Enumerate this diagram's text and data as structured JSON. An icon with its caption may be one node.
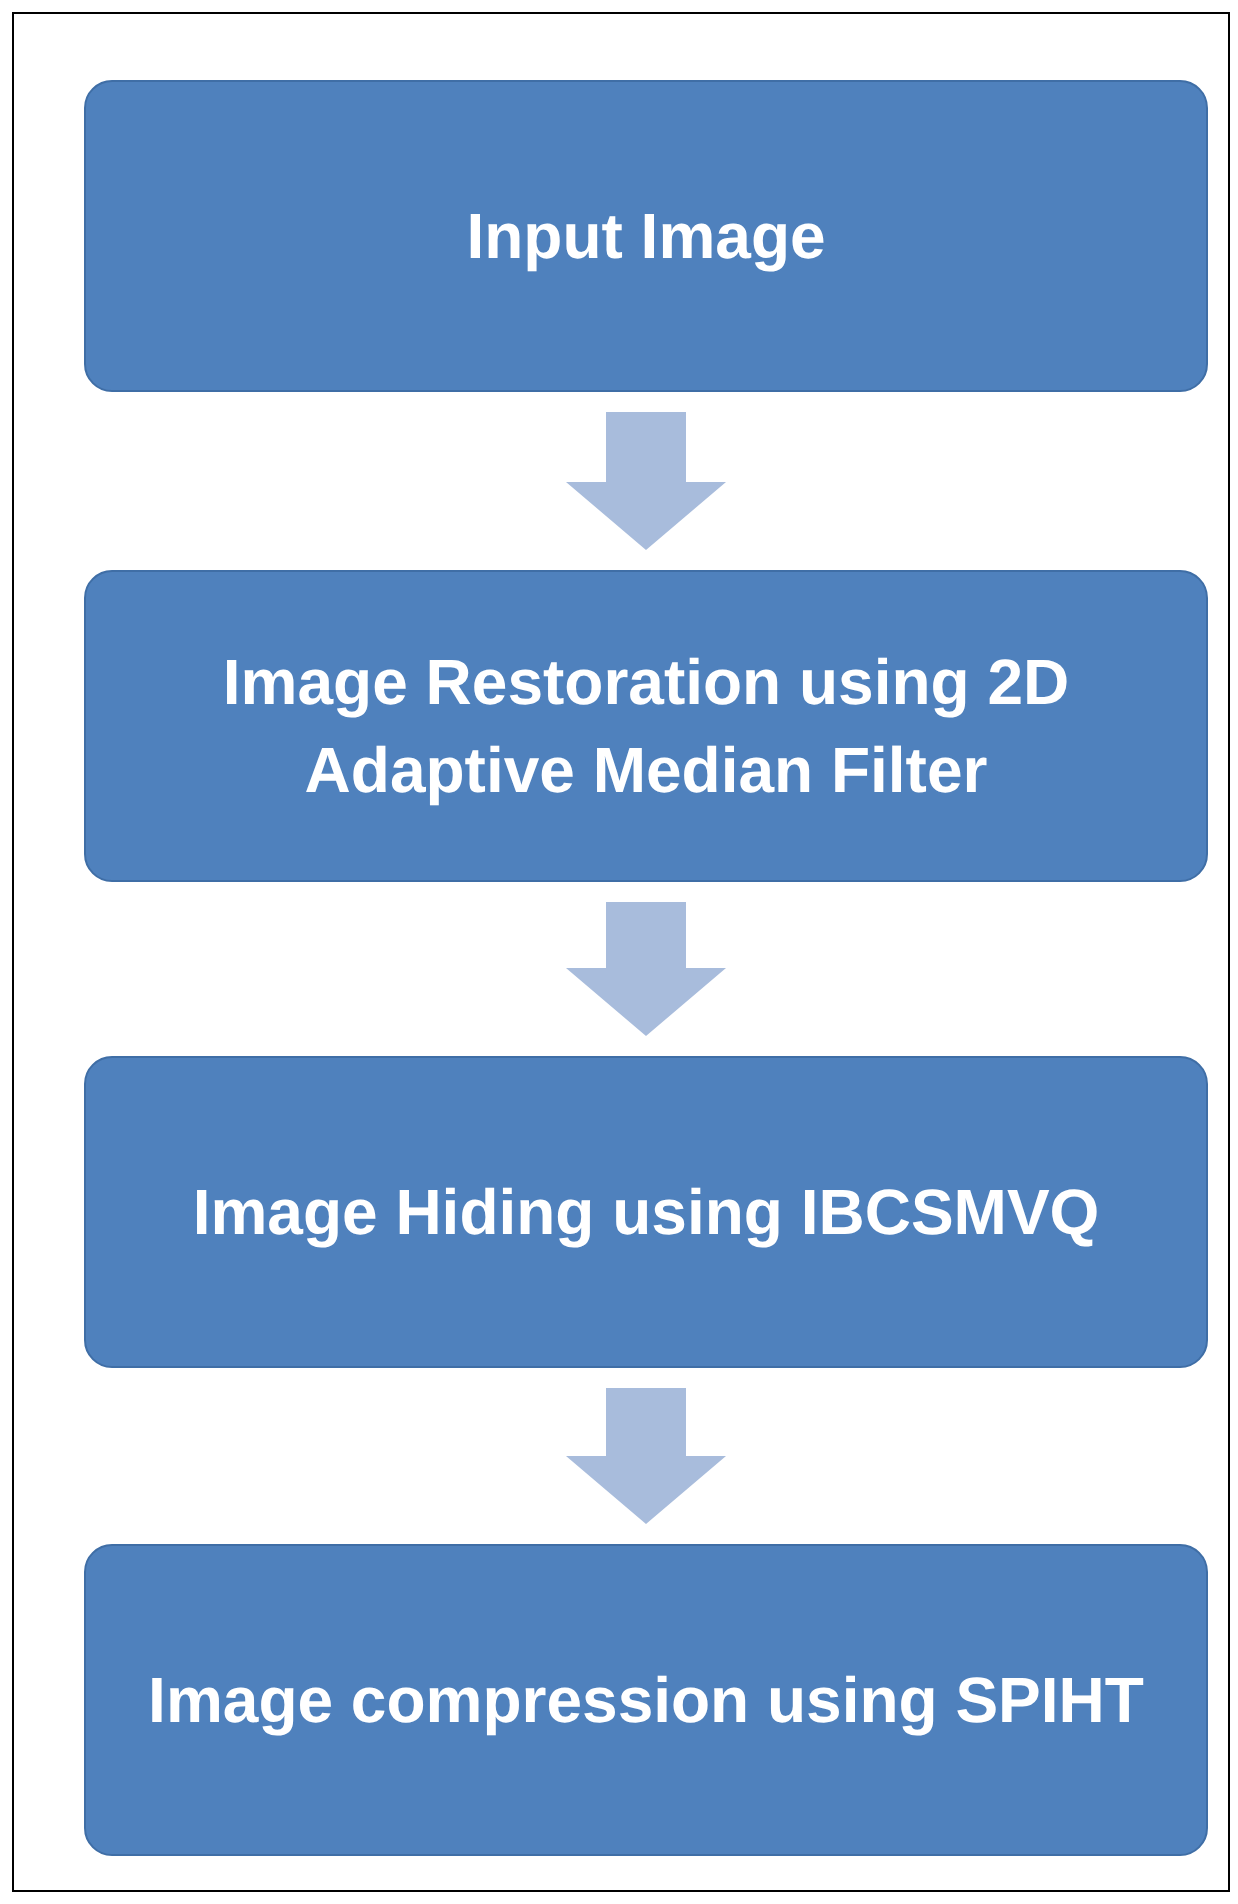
{
  "diagram": {
    "nodes": [
      {
        "text": [
          "Input Image"
        ]
      },
      {
        "text": [
          "Image Restoration using 2D Adaptive Median Filter"
        ]
      },
      {
        "text": [
          "Image Hiding using IBCSMVQ"
        ]
      },
      {
        "text": [
          "Image compression using SPIHT"
        ]
      }
    ],
    "edges": [
      {
        "from": 0,
        "to": 1,
        "arrow": "to"
      },
      {
        "from": 1,
        "to": 2,
        "arrow": "to"
      },
      {
        "from": 2,
        "to": 3,
        "arrow": "to"
      }
    ]
  }
}
